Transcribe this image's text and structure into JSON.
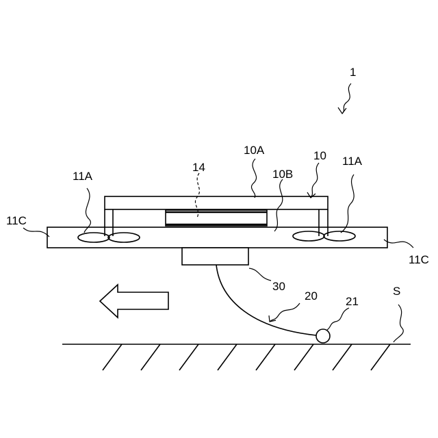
{
  "labels": {
    "device": "1",
    "top_plate": "10A",
    "body": "10",
    "inner_part": "14",
    "plate_gap": "10B",
    "fan_left": "11A",
    "fan_right": "11A",
    "frame_left": "11C",
    "frame_right": "11C",
    "box": "30",
    "cable": "20",
    "ball": "21",
    "surface": "S"
  }
}
